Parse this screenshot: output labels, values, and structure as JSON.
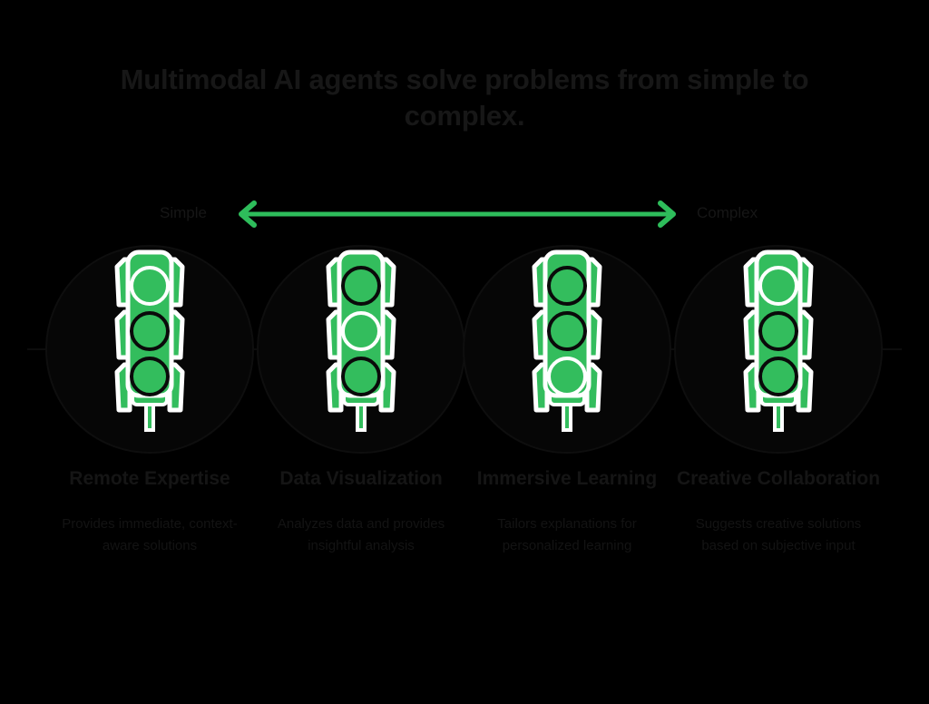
{
  "header": {
    "title": "Multimodal AI agents solve problems from simple to complex."
  },
  "scale": {
    "left_label": "Simple",
    "right_label": "Complex",
    "arrow_icon": "double-headed-arrow-icon",
    "arrow_color": "#2ebd5b"
  },
  "colors": {
    "background": "#000000",
    "accent_green": "#2ebd5b",
    "icon_body_green": "#33bd5d",
    "icon_outline": "#ffffff",
    "lens_stroke_dark": "#0a0a0a",
    "text_dark": "#151515",
    "circle_fill": "#060606",
    "circle_stroke": "#0e0e0e"
  },
  "steps": [
    {
      "icon": "traffic-light-icon",
      "lit_lamp": "top",
      "lamp_count": 3,
      "title": "Remote Expertise",
      "description": "Provides immediate, context-aware solutions"
    },
    {
      "icon": "traffic-light-icon",
      "lit_lamp": "middle",
      "lamp_count": 3,
      "title": "Data Visualization",
      "description": "Analyzes data and provides insightful analysis"
    },
    {
      "icon": "traffic-light-icon",
      "lit_lamp": "bottom",
      "lamp_count": 3,
      "title": "Immersive Learning",
      "description": "Tailors explanations for personalized learning"
    },
    {
      "icon": "traffic-light-icon",
      "lit_lamp": "top",
      "lamp_count": 3,
      "title": "Creative Collaboration",
      "description": "Suggests creative solutions based on subjective input"
    }
  ]
}
